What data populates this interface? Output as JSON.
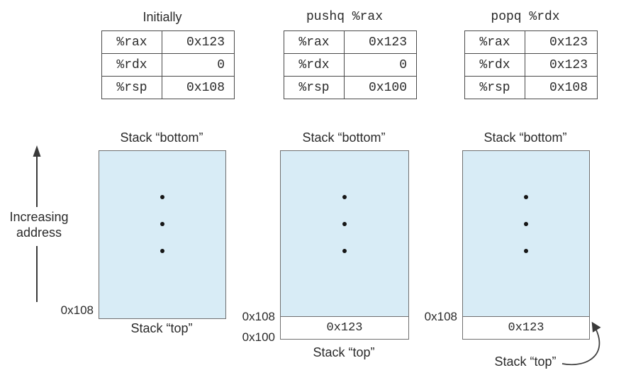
{
  "figure": {
    "axis_label": {
      "line1": "Increasing",
      "line2": "address"
    },
    "tables": [
      {
        "title": "Initially",
        "rows": [
          {
            "reg": "%rax",
            "val": "0x123"
          },
          {
            "reg": "%rdx",
            "val": "0"
          },
          {
            "reg": "%rsp",
            "val": "0x108"
          }
        ]
      },
      {
        "title": "pushq %rax",
        "rows": [
          {
            "reg": "%rax",
            "val": "0x123"
          },
          {
            "reg": "%rdx",
            "val": "0"
          },
          {
            "reg": "%rsp",
            "val": "0x100"
          }
        ]
      },
      {
        "title": "popq %rdx",
        "rows": [
          {
            "reg": "%rax",
            "val": "0x123"
          },
          {
            "reg": "%rdx",
            "val": "0x123"
          },
          {
            "reg": "%rsp",
            "val": "0x108"
          }
        ]
      }
    ],
    "stacks": [
      {
        "bottom_label": "Stack “bottom”",
        "top_label": "Stack “top”",
        "addr_top": "0x108"
      },
      {
        "bottom_label": "Stack “bottom”",
        "top_label": "Stack “top”",
        "addr_top": "0x108",
        "addr_bottom": "0x100",
        "cell_value": "0x123"
      },
      {
        "bottom_label": "Stack “bottom”",
        "top_label": "Stack “top”",
        "addr_top": "0x108",
        "cell_value": "0x123"
      }
    ],
    "colors": {
      "stack_fill": "#d8ecf6",
      "box_border": "#6f6f6f",
      "table_border": "#4a4a4a",
      "line": "#3a3a3a"
    }
  }
}
